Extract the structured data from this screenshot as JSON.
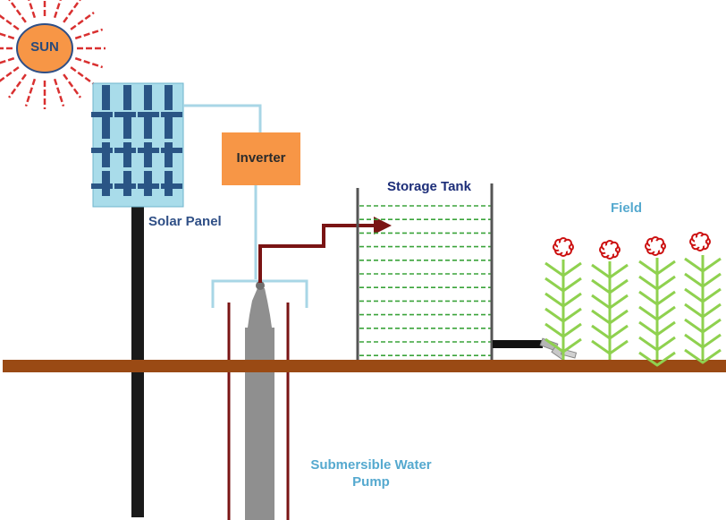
{
  "labels": {
    "sun": "SUN",
    "solar_panel": "Solar Panel",
    "inverter": "Inverter",
    "storage_tank": "Storage Tank",
    "field": "Field",
    "pump": "Submersible Water Pump"
  },
  "colors": {
    "sun_fill": "#f79646",
    "sun_rays": "#d93030",
    "panel_bg": "#a9dcea",
    "panel_cells": "#2a5585",
    "wire": "#a8d6e6",
    "inverter_fill": "#f79646",
    "ground": "#9a4a14",
    "pipe": "#7a1414",
    "water_lines": "#3aa33a",
    "plant_green": "#8fd14f",
    "flower": "#cc1111",
    "pump_body": "#8f8f8f"
  }
}
